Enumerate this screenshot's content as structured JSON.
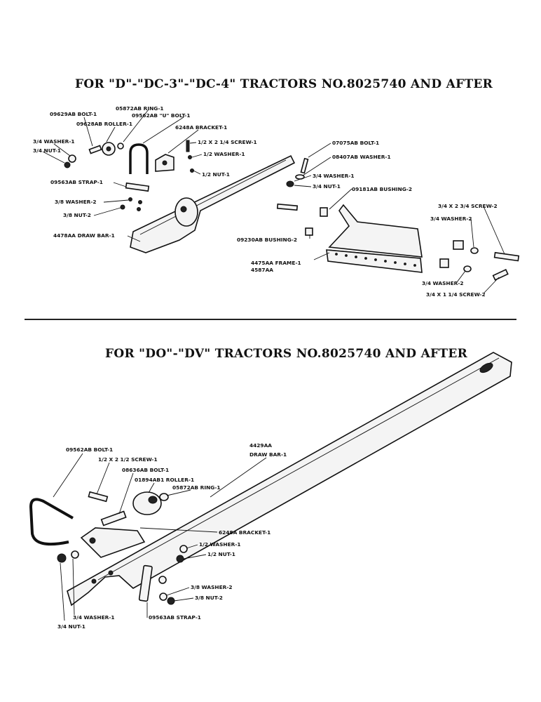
{
  "titles": {
    "top": "FOR \"D\"-\"DC-3\"-\"DC-4\" TRACTORS NO.8025740 AND AFTER",
    "bottom": "FOR \"DO\"-\"DV\" TRACTORS NO.8025740 AND AFTER"
  },
  "top_labels": {
    "bolt_09629": "09629AB BOLT-1",
    "ring_05872": "05872AB RING-1",
    "roller_09628": "09628AB ROLLER-1",
    "ubolt_09562": "09562AB \"U\" BOLT-1",
    "bracket_6248": "6248A BRACKET-1",
    "washer_34_1": "3/4 WASHER-1",
    "nut_34_1": "3/4 NUT-1",
    "screw_12x2": "1/2 X 2 1/4 SCREW-1",
    "washer_12_1": "1/2 WASHER-1",
    "nut_12_1": "1/2 NUT-1",
    "strap_09563": "09563AB STRAP-1",
    "washer_38_2": "3/8 WASHER-2",
    "nut_38_2": "3/8 NUT-2",
    "drawbar_4478": "4478AA DRAW BAR-1",
    "bolt_07075": "07075AB BOLT-1",
    "washer_08407": "08407AB WASHER-1",
    "washer_34_1b": "3/4 WASHER-1",
    "nut_34_1b": "3/4 NUT-1",
    "bushing_09181": "09181AB BUSHING-2",
    "bushing_09230": "09230AB BUSHING-2",
    "frame_4475": "4475AA FRAME-1",
    "frame_4587": "4587AA",
    "screw_34x2": "3/4 X 2 3/4 SCREW-2",
    "washer_34_2": "3/4 WASHER-2",
    "washer_34_2b": "3/4 WASHER-2",
    "screw_34x1": "3/4 X 1 1/4 SCREW-2"
  },
  "bottom_labels": {
    "bolt_09562": "09562AB BOLT-1",
    "screw_12x2": "1/2 X 2 1/2 SCREW-1",
    "bolt_08636": "08636AB BOLT-1",
    "roller_01894": "01894AB1 ROLLER-1",
    "ring_05872": "05872AB RING-1",
    "drawbar_4429": "4429AA",
    "drawbar_label": "DRAW BAR-1",
    "bracket_6248": "6248A BRACKET-1",
    "washer_12_1": "1/2 WASHER-1",
    "nut_12_1": "1/2 NUT-1",
    "washer_38_2": "3/8 WASHER-2",
    "nut_38_2": "3/8 NUT-2",
    "washer_34_1": "3/4 WASHER-1",
    "nut_34_1": "3/4 NUT-1",
    "strap_09563": "09563AB STRAP-1"
  }
}
